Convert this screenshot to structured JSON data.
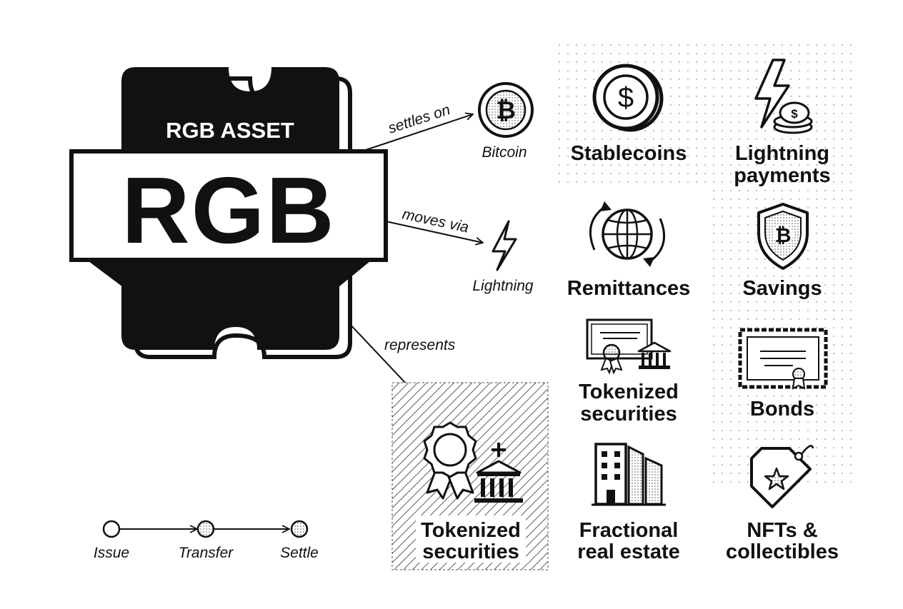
{
  "token": {
    "header": "RGB ASSET",
    "name": "RGB"
  },
  "arrows": {
    "settles": {
      "verb": "settles on",
      "target": "Bitcoin"
    },
    "moves": {
      "verb": "moves via",
      "target": "Lightning"
    },
    "represents": {
      "verb": "represents"
    }
  },
  "featured": {
    "line1": "Tokenized",
    "line2": "securities"
  },
  "flow": {
    "steps": [
      "Issue",
      "Transfer",
      "Settle"
    ]
  },
  "use_cases": {
    "stablecoins": {
      "line1": "Stablecoins",
      "icon": "dollar-coin-icon"
    },
    "lightning_payments": {
      "line1": "Lightning",
      "line2": "payments",
      "icon": "lightning-coins-icon"
    },
    "remittances": {
      "line1": "Remittances",
      "icon": "globe-arrows-icon"
    },
    "savings": {
      "line1": "Savings",
      "icon": "bitcoin-shield-icon"
    },
    "tokenized_securities": {
      "line1": "Tokenized",
      "line2": "securities",
      "icon": "certificate-bank-icon"
    },
    "bonds": {
      "line1": "Bonds",
      "icon": "bond-certificate-icon"
    },
    "fractional_real_estate": {
      "line1": "Fractional",
      "line2": "real estate",
      "icon": "buildings-icon"
    },
    "nfts": {
      "line1": "NFTs &",
      "line2": "collectibles",
      "icon": "star-tag-icon"
    }
  },
  "colors": {
    "ink": "#111111",
    "paper": "#ffffff",
    "halftone": "#c8c8c8"
  }
}
